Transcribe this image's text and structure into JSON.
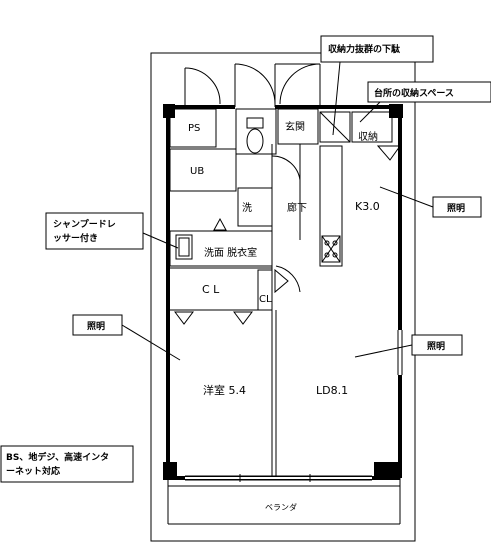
{
  "rooms": {
    "ps": "PS",
    "genkan": "玄関",
    "shuno": "収納",
    "ub": "UB",
    "toilet_wash": "洗",
    "rouka": "廊下",
    "kitchen": "K3.0",
    "senmen": "洗面 脱衣室",
    "cl_main": "C L",
    "cl_small": "CL",
    "youshitsu": "洋室 5.4",
    "ld": "LD8.1",
    "veranda": "ベランダ"
  },
  "annotations": {
    "shunou_kabi": "収納力抜群の下駄",
    "kitchen_storage": "台所の収納スペース",
    "shampoo_line1": "シャンプードレ",
    "shampoo_line2": "ッサー付き",
    "light_right_top": "照明",
    "light_left": "照明",
    "light_right_mid": "照明",
    "features_line1": "BS、地デジ、高速インタ",
    "features_line2": "ーネット対応"
  }
}
